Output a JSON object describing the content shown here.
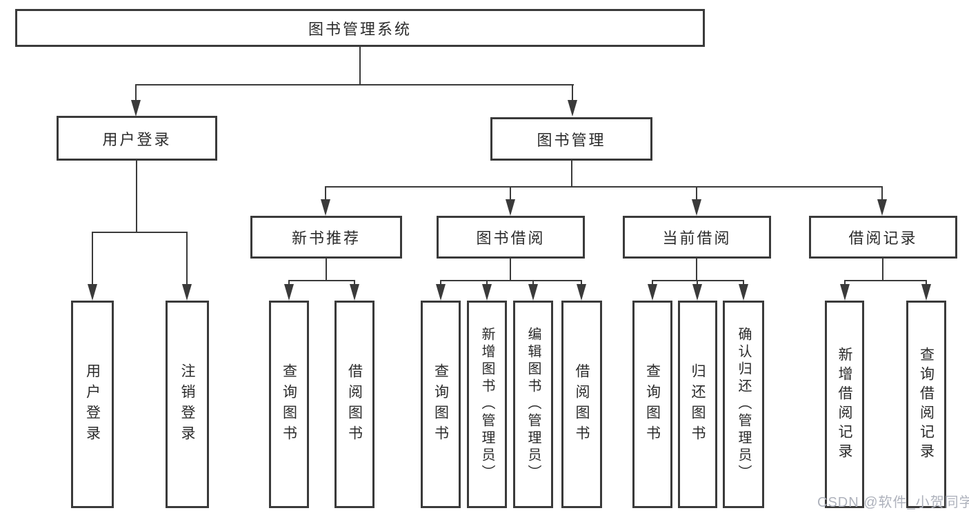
{
  "diagram": {
    "root": {
      "label": "图书管理系统"
    },
    "level2": [
      {
        "label": "用户登录"
      },
      {
        "label": "图书管理"
      }
    ],
    "level3": [
      {
        "label": "新书推荐"
      },
      {
        "label": "图书借阅"
      },
      {
        "label": "当前借阅"
      },
      {
        "label": "借阅记录"
      }
    ],
    "leaves": {
      "user_login_children": [
        {
          "label": "用户登录"
        },
        {
          "label": "注销登录"
        }
      ],
      "new_book_children": [
        {
          "label": "查询图书"
        },
        {
          "label": "借阅图书"
        }
      ],
      "book_borrow_children": [
        {
          "label": "查询图书"
        },
        {
          "label": "新增图书（管理员）"
        },
        {
          "label": "编辑图书（管理员）"
        },
        {
          "label": "借阅图书"
        }
      ],
      "current_borrow_children": [
        {
          "label": "查询图书"
        },
        {
          "label": "归还图书"
        },
        {
          "label": "确认归还（管理员）"
        }
      ],
      "borrow_record_children": [
        {
          "label": "新增借阅记录"
        },
        {
          "label": "查询借阅记录"
        }
      ]
    },
    "watermark": "CSDN @软件_小贺同学",
    "colors": {
      "line": "#3a3a3a",
      "text": "#2b2b2b",
      "watermark": "#aeb2bc",
      "background": "#ffffff"
    }
  }
}
